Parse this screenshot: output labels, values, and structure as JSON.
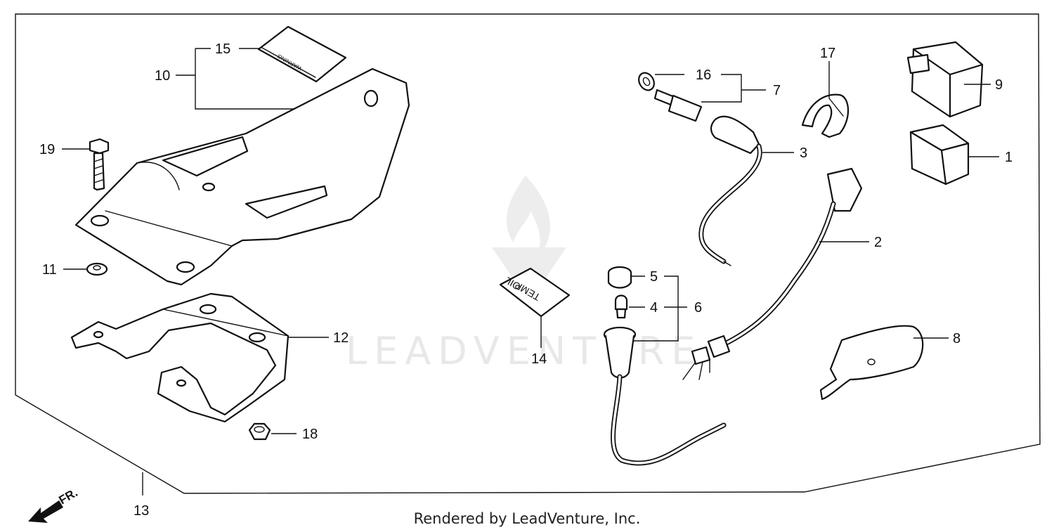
{
  "watermark": "LEADVENTURE",
  "footer": "Rendered by LeadVenture, Inc.",
  "direction_label": "FR.",
  "decals": {
    "warning": "WARNING",
    "oil_temp_line1": "OIL",
    "oil_temp_line2": "TEMP"
  },
  "callouts": {
    "c1": "1",
    "c2": "2",
    "c3": "3",
    "c4": "4",
    "c5": "5",
    "c6": "6",
    "c7": "7",
    "c8": "8",
    "c9": "9",
    "c10": "10",
    "c11": "11",
    "c12": "12",
    "c13": "13",
    "c14": "14",
    "c15": "15",
    "c16": "16",
    "c17": "17",
    "c18": "18",
    "c19": "19"
  }
}
